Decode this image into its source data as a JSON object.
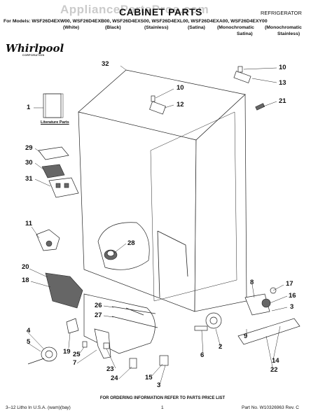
{
  "watermark": "AppliancePartsPros.com",
  "header": {
    "title": "CABINET PARTS",
    "category": "REFRIGERATOR",
    "models_line": "For Models: WSF26D4EXW00, WSF26D4EXB00, WSF26D4EXS00, WSF26D4EXL00, WSF26D4EXA00, WSF26D4EXY00",
    "colors": [
      "(White)",
      "(Black)",
      "(Stainless)",
      "(Satina)",
      "(Monochromatic",
      "(Monochromatic"
    ],
    "colors_line2": [
      "Satina)",
      "Stainless)"
    ]
  },
  "logo": {
    "brand": "Whirlpool",
    "sub": "CORPORATION"
  },
  "captions": {
    "literature": "Literature Parts"
  },
  "callouts": {
    "c32": "32",
    "c10a": "10",
    "c13": "13",
    "c10b": "10",
    "c12": "12",
    "c21": "21",
    "c1": "1",
    "c29": "29",
    "c30": "30",
    "c31": "31",
    "c11": "11",
    "c28": "28",
    "c20": "20",
    "c18": "18",
    "c8": "8",
    "c17": "17",
    "c16": "16",
    "c3a": "3",
    "c26": "26",
    "c27": "27",
    "c9": "9",
    "c4": "4",
    "c5": "5",
    "c19": "19",
    "c25": "25",
    "c7": "7",
    "c23": "23",
    "c24": "24",
    "c15": "15",
    "c3b": "3",
    "c6": "6",
    "c2": "2",
    "c14": "14",
    "c22": "22"
  },
  "footer": {
    "info": "FOR ORDERING INFORMATION REFER TO PARTS PRICE LIST",
    "left": "3–12 Litho In U.S.A. (wam)(bay)",
    "page": "1",
    "part": "Part No. W10326963 Rev. C"
  }
}
